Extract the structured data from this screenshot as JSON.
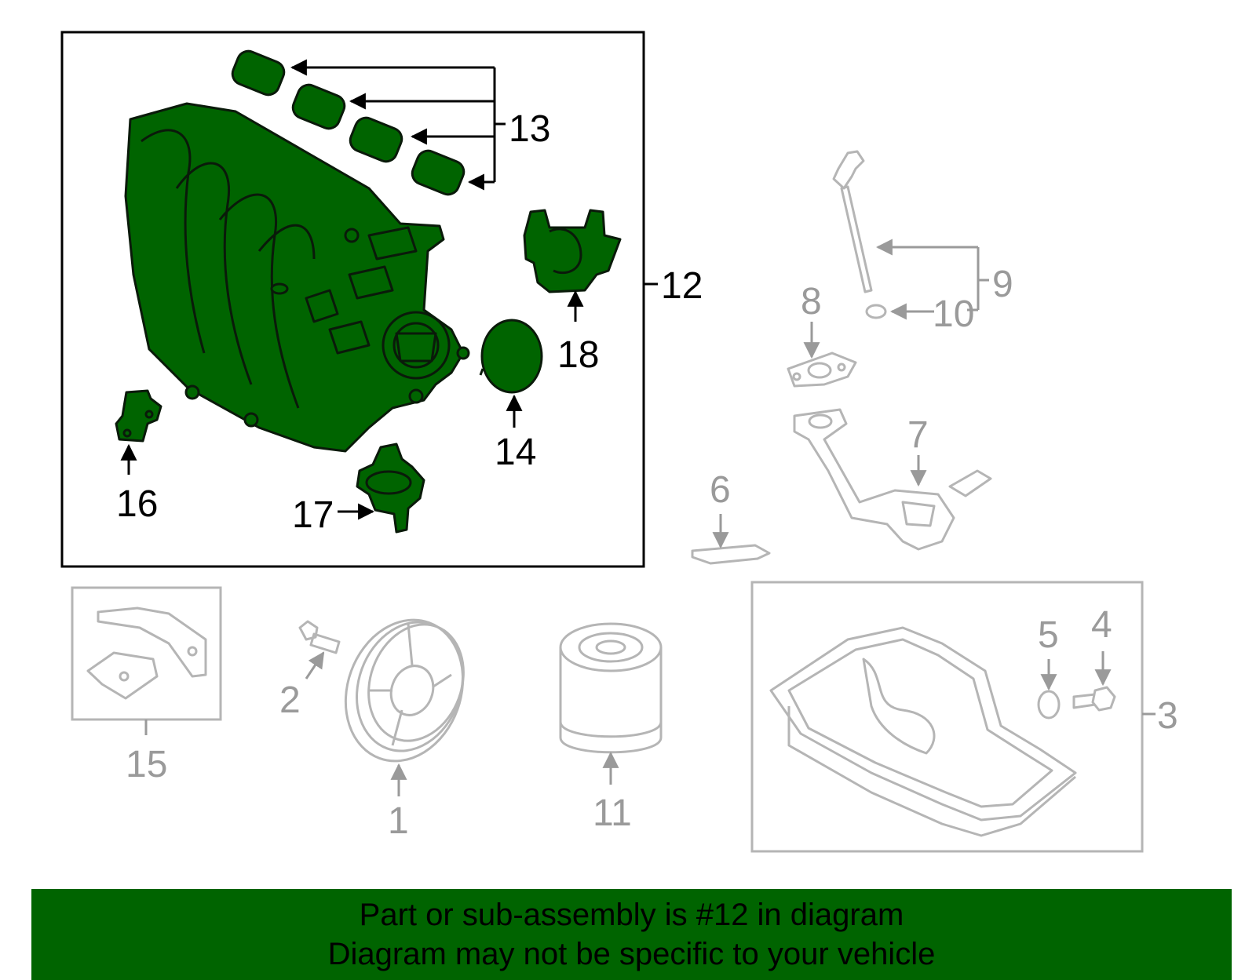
{
  "colors": {
    "highlight_fill": "#006400",
    "highlight_stroke": "#0a1a0a",
    "dim_stroke": "#b5b5b5",
    "label_dim": "#9a9a9a",
    "label_hi": "#000000",
    "banner_bg": "#006400"
  },
  "callouts": {
    "c1": "1",
    "c2": "2",
    "c3": "3",
    "c4": "4",
    "c5": "5",
    "c6": "6",
    "c7": "7",
    "c8": "8",
    "c9": "9",
    "c10": "10",
    "c11": "11",
    "c12": "12",
    "c13": "13",
    "c14": "14",
    "c15": "15",
    "c16": "16",
    "c17": "17",
    "c18": "18"
  },
  "banner": {
    "line1": "Part or sub-assembly is #12 in diagram",
    "line2": "Diagram may not be specific to your vehicle"
  }
}
